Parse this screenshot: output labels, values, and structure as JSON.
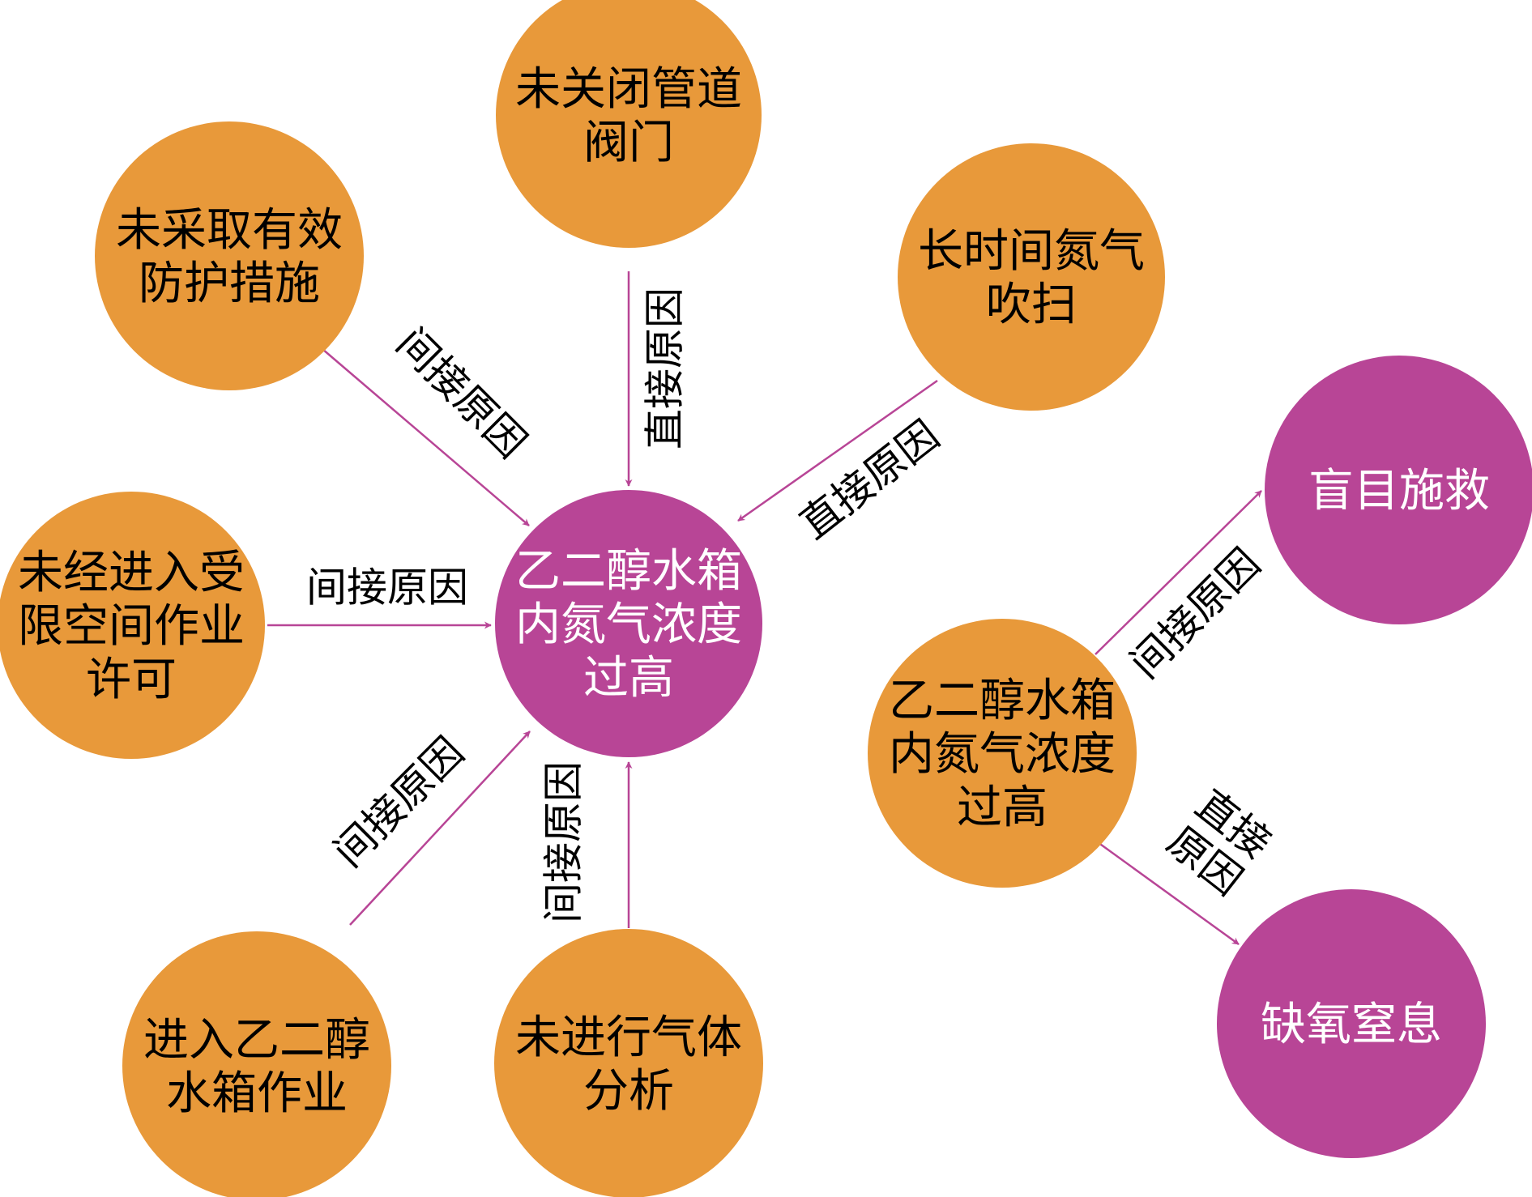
{
  "colors": {
    "orange": "#E8993A",
    "magenta": "#B84596",
    "edge": "#B84596",
    "node_text_dark": "#000000",
    "node_text_light": "#ffffff",
    "background": "#ffffff"
  },
  "nodes": [
    {
      "id": "n1",
      "lines": [
        "未关闭管道",
        "阀门"
      ],
      "color": "orange"
    },
    {
      "id": "n2",
      "lines": [
        "未采取有效",
        "防护措施"
      ],
      "color": "orange"
    },
    {
      "id": "n3",
      "lines": [
        "长时间氮气",
        "吹扫"
      ],
      "color": "orange"
    },
    {
      "id": "n4",
      "lines": [
        "未经进入受",
        "限空间作业",
        "许可"
      ],
      "color": "orange"
    },
    {
      "id": "n5",
      "lines": [
        "乙二醇水箱",
        "内氮气浓度",
        "过高"
      ],
      "color": "magenta"
    },
    {
      "id": "n6",
      "lines": [
        "进入乙二醇",
        "水箱作业"
      ],
      "color": "orange"
    },
    {
      "id": "n7",
      "lines": [
        "未进行气体",
        "分析"
      ],
      "color": "orange"
    },
    {
      "id": "n8",
      "lines": [
        "乙二醇水箱",
        "内氮气浓度",
        "过高"
      ],
      "color": "orange"
    },
    {
      "id": "n9",
      "lines": [
        "盲目施救"
      ],
      "color": "magenta"
    },
    {
      "id": "n10",
      "lines": [
        "缺氧窒息"
      ],
      "color": "magenta"
    }
  ],
  "edges": [
    {
      "id": "e1",
      "from": "n1",
      "to": "n5",
      "lines": [
        "直接原因"
      ]
    },
    {
      "id": "e2",
      "from": "n2",
      "to": "n5",
      "lines": [
        "间接原因"
      ]
    },
    {
      "id": "e3",
      "from": "n3",
      "to": "n5",
      "lines": [
        "直接原因"
      ]
    },
    {
      "id": "e4",
      "from": "n4",
      "to": "n5",
      "lines": [
        "间接原因"
      ]
    },
    {
      "id": "e5",
      "from": "n6",
      "to": "n5",
      "lines": [
        "间接原因"
      ]
    },
    {
      "id": "e6",
      "from": "n7",
      "to": "n5",
      "lines": [
        "间接原因"
      ]
    },
    {
      "id": "e7",
      "from": "n8",
      "to": "n9",
      "lines": [
        "间接原因"
      ]
    },
    {
      "id": "e8",
      "from": "n8",
      "to": "n10",
      "lines": [
        "直接",
        "原因"
      ]
    }
  ]
}
